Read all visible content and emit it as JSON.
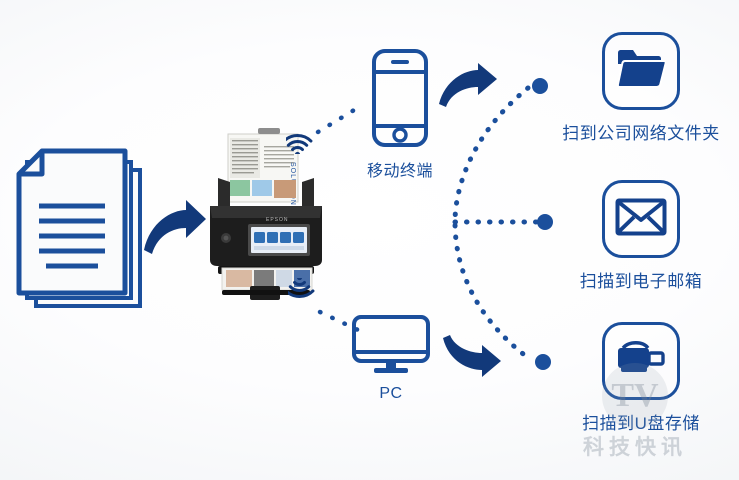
{
  "graphic": {
    "title": "Epson scanner workflow diagram",
    "colors": {
      "brand_blue": "#1b4f9c",
      "deep_blue": "#12397a",
      "fill_blue": "#14418c",
      "background_light": "#ffffff",
      "background_edge": "#eceff2",
      "caption_blue": "#1b4f9c"
    },
    "source": {
      "name": "paper-documents",
      "line_count": 5
    },
    "device": {
      "brand": "EPSON",
      "model_text": "EPSON",
      "name": "document-scanner"
    },
    "intermediate_nodes": [
      {
        "id": "mobile",
        "icon": "smartphone-icon",
        "label": "移动终端"
      },
      {
        "id": "pc",
        "icon": "desktop-monitor-icon",
        "label": "PC"
      }
    ],
    "destinations": [
      {
        "id": "network-folder",
        "icon": "folder-icon",
        "label": "扫到公司网络文件夹"
      },
      {
        "id": "email",
        "icon": "envelope-icon",
        "label": "扫描到电子邮箱"
      },
      {
        "id": "usb-drive",
        "icon": "usb-drive-icon",
        "label": "扫描到U盘存储"
      }
    ],
    "wireless": [
      {
        "id": "wifi-upper",
        "icon": "wifi-signal-icon"
      },
      {
        "id": "wifi-lower",
        "icon": "wifi-signal-icon"
      }
    ],
    "arrows": [
      {
        "id": "arrow-doc-to-scanner",
        "icon": "curved-arrow-right-icon"
      },
      {
        "id": "arrow-mobile-to-arc",
        "icon": "curved-arrow-right-icon"
      },
      {
        "id": "arrow-pc-to-arc",
        "icon": "curved-arrow-right-icon"
      }
    ],
    "watermark": {
      "logo_text": "TV",
      "text": "科技快讯"
    }
  }
}
